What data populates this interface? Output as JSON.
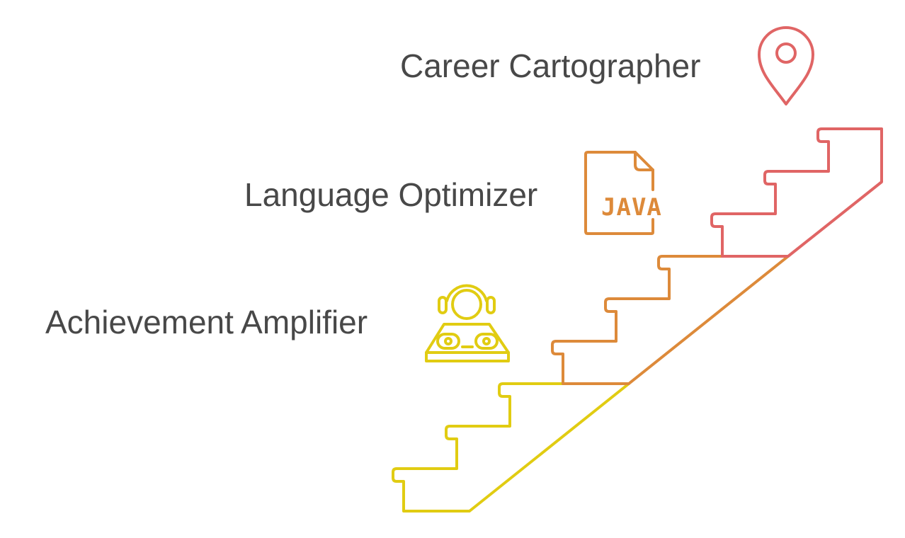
{
  "diagram": {
    "steps": [
      {
        "id": "achievement",
        "label": "Achievement Amplifier",
        "icon": "dj-headphones-turntable-icon",
        "color": "#E1CC12"
      },
      {
        "id": "language",
        "label": "Language Optimizer",
        "icon": "java-file-icon",
        "icon_text": "JAVA",
        "color": "#DD8A3A"
      },
      {
        "id": "career",
        "label": "Career Cartographer",
        "icon": "map-pin-icon",
        "color": "#E06565"
      }
    ]
  }
}
